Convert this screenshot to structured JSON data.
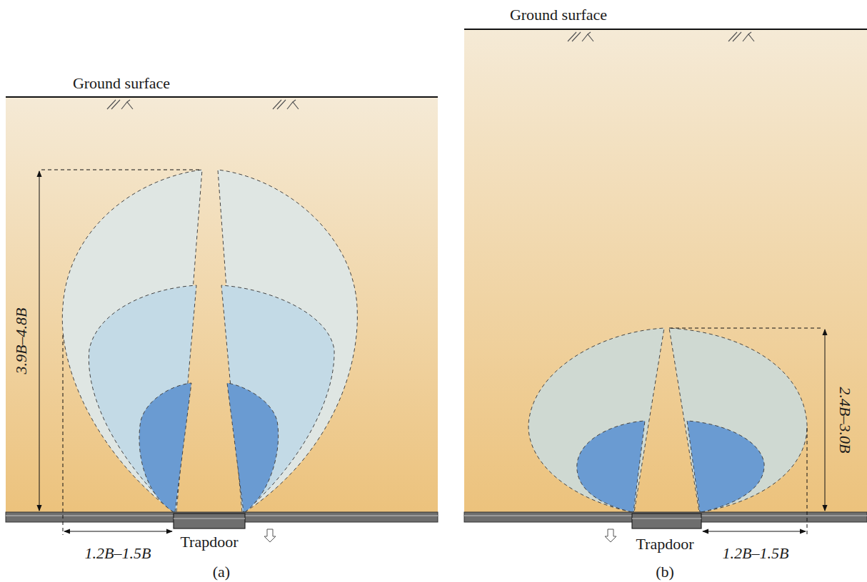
{
  "diagram": {
    "labels": [
      "Ground surface",
      "3.9B–4.8B",
      "1.2B–1.5B",
      "Trapdoor",
      "(a)",
      "Ground surface",
      "2.4B–3.0B",
      "Trapdoor",
      "1.2B–1.5B",
      "(b)"
    ]
  }
}
